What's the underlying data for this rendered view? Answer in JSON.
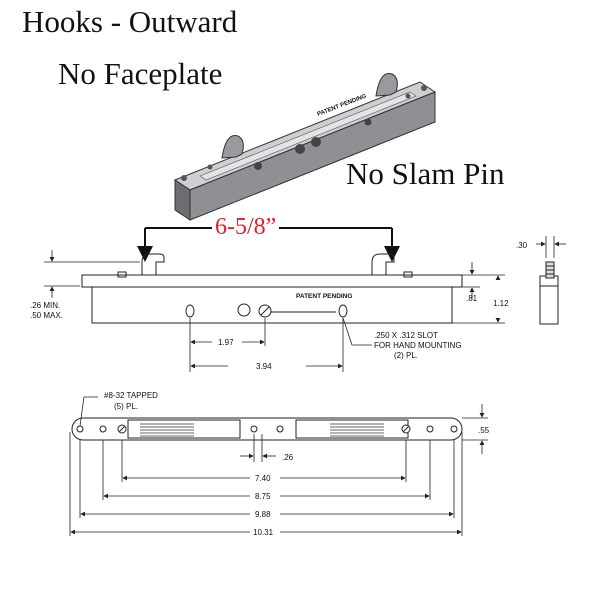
{
  "titles": {
    "line1": "Hooks - Outward",
    "line2": "No Faceplate",
    "side": "No Slam Pin"
  },
  "spacing_callout": "6-5/8”",
  "stamp": "PATENT PENDING",
  "side_view": {
    "width_dim": ".30",
    "depth_dim": ".81",
    "height_dim": "1.12",
    "hook_offset_min": ".26 MIN.",
    "hook_offset_max": ".50 MAX."
  },
  "holes": {
    "dim_a": "1.97",
    "dim_b": "3.94",
    "slot_note_1": ".250 X .312 SLOT",
    "slot_note_2": "FOR HAND MOUNTING",
    "slot_note_3": "(2) PL."
  },
  "bottom_view": {
    "tapped_1": "#8-32 TAPPED",
    "tapped_2": "(5) PL.",
    "thickness": ".55",
    "gap": ".26",
    "len_1": "7.40",
    "len_2": "8.75",
    "len_3": "9.88",
    "len_4": "10.31"
  },
  "colors": {
    "callout": "#e0202a",
    "line": "#222222",
    "body_fill": "#b9b9bd"
  }
}
